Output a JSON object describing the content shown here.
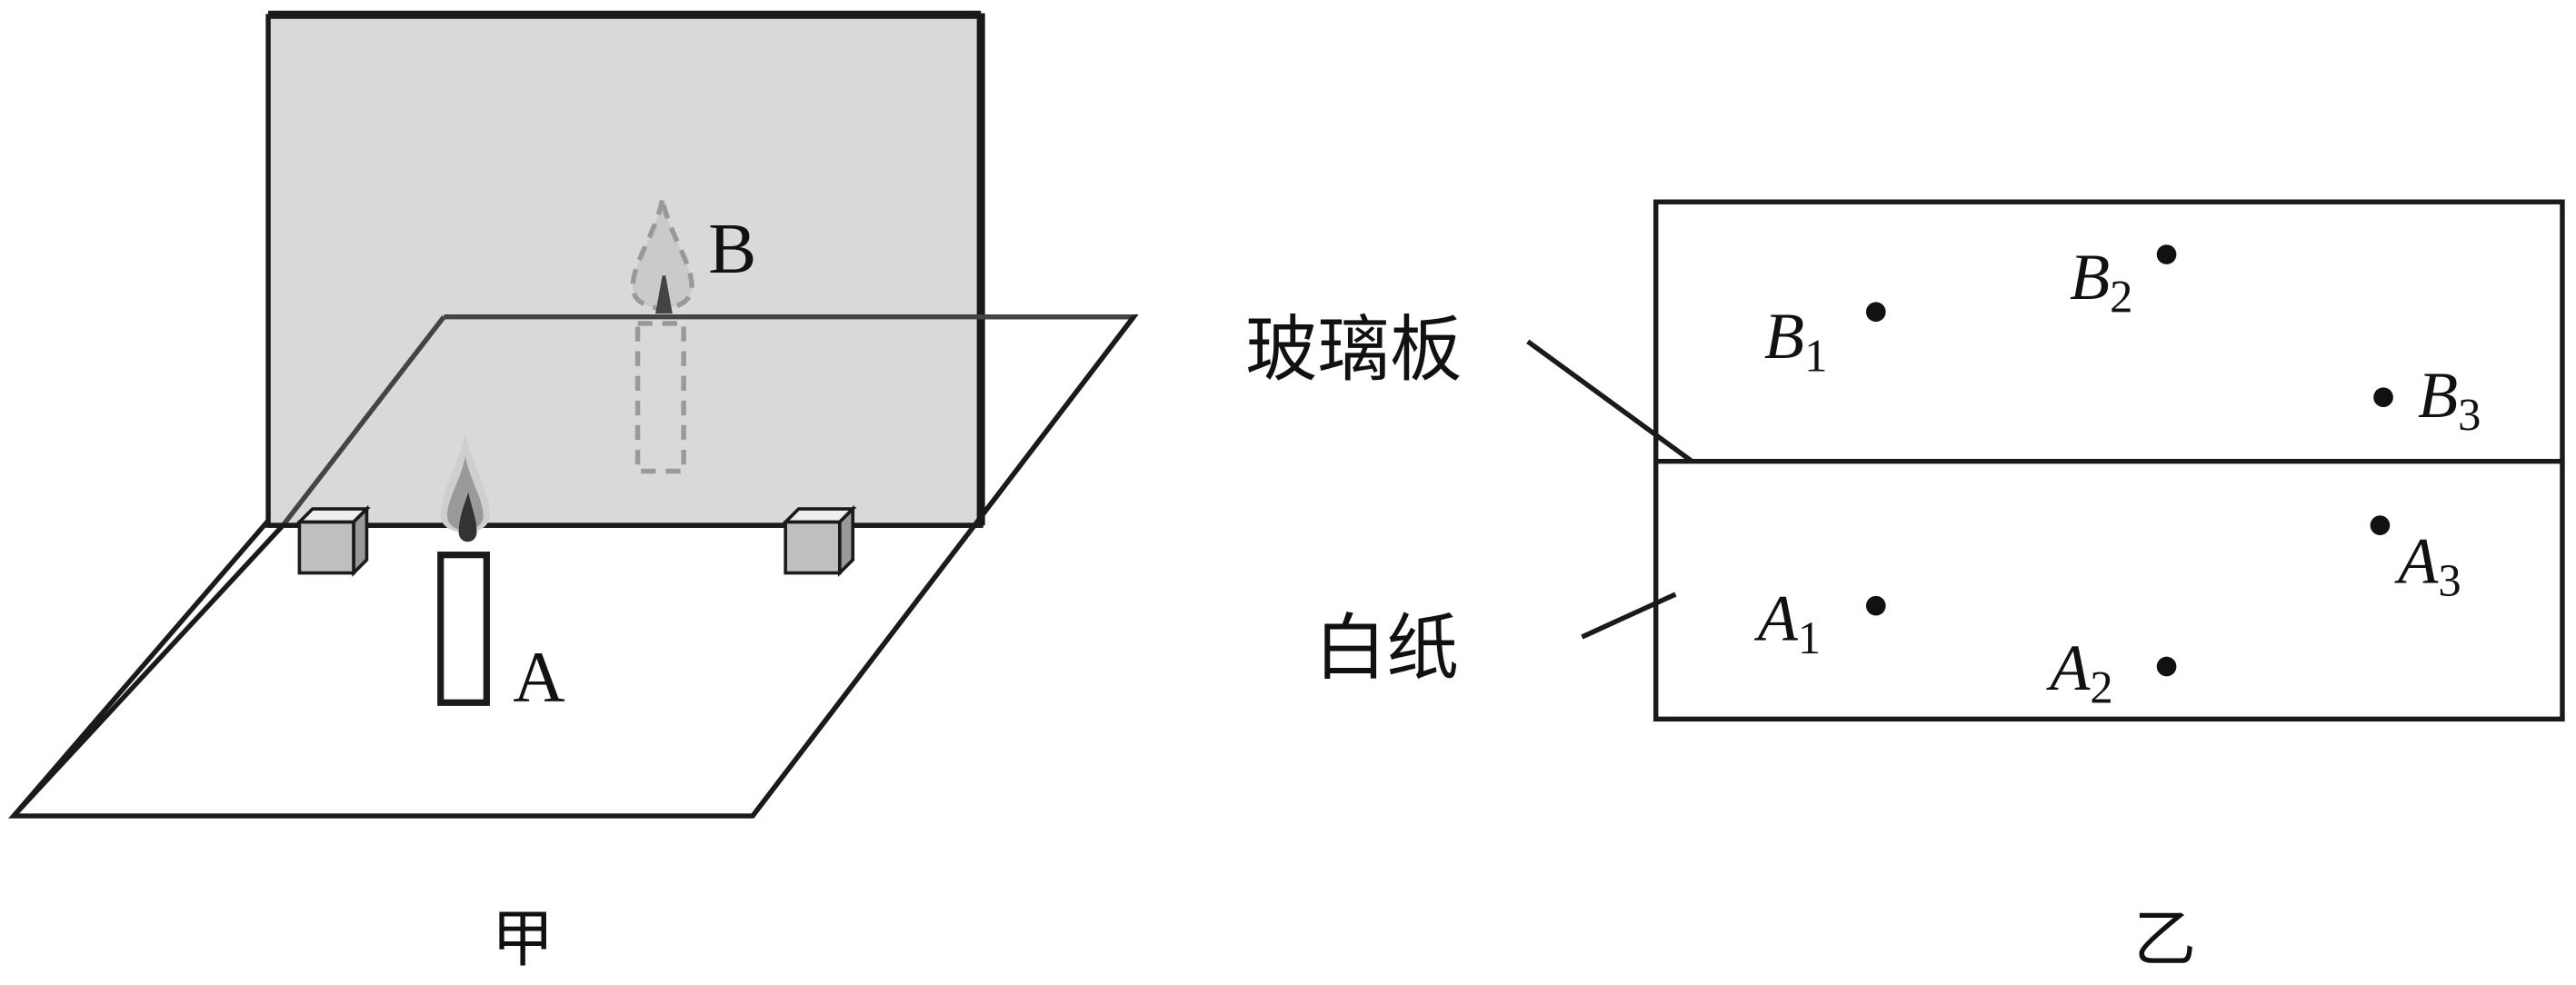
{
  "figure_left": {
    "caption": "甲",
    "candle_label": "A",
    "image_label": "B"
  },
  "figure_right": {
    "caption": "乙",
    "glass_label": "玻璃板",
    "paper_label": "白纸",
    "points": [
      {
        "letter": "B",
        "sub": "1"
      },
      {
        "letter": "B",
        "sub": "2"
      },
      {
        "letter": "B",
        "sub": "3"
      },
      {
        "letter": "A",
        "sub": "1"
      },
      {
        "letter": "A",
        "sub": "2"
      },
      {
        "letter": "A",
        "sub": "3"
      }
    ]
  },
  "colors": {
    "glass": "#d9d9d9",
    "stroke": "#1a1a1a",
    "dashed": "#999999",
    "block": "#bfbfbf"
  }
}
